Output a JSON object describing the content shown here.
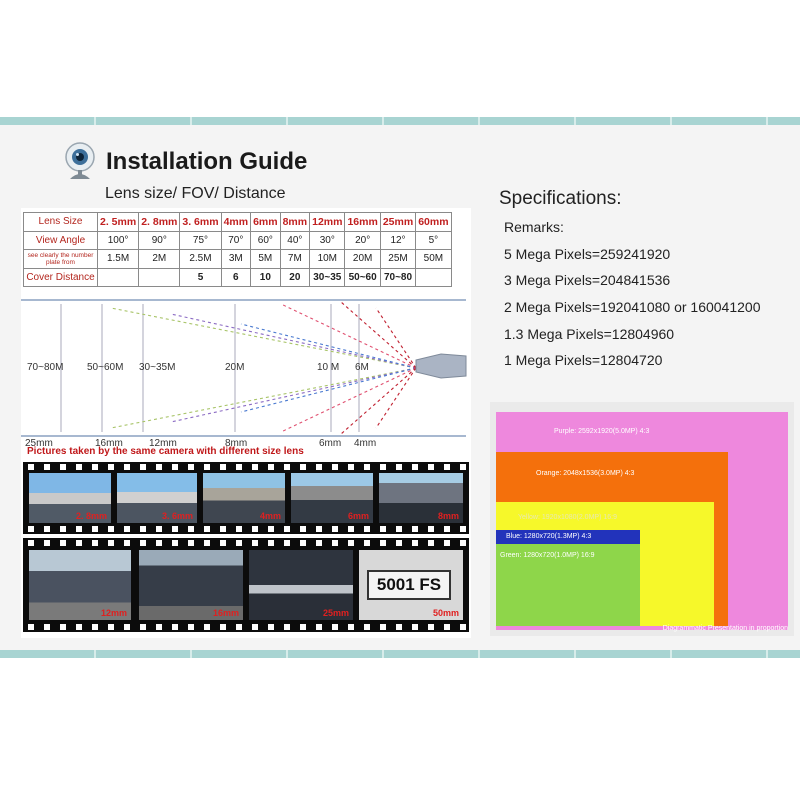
{
  "header": {
    "title": "Installation Guide",
    "subtitle": "Lens size/ FOV/ Distance"
  },
  "lens_table": {
    "row_headers": [
      "Lens Size",
      "View Angle",
      "see clearly the number plate from",
      "Cover Distance"
    ],
    "lens_sizes": [
      "2. 5mm",
      "2. 8mm",
      "3. 6mm",
      "4mm",
      "6mm",
      "8mm",
      "12mm",
      "16mm",
      "25mm",
      "60mm"
    ],
    "view_angles": [
      "100°",
      "90°",
      "75°",
      "70°",
      "60°",
      "40°",
      "30°",
      "20°",
      "12°",
      "5°"
    ],
    "plate_distances": [
      "1.5M",
      "2M",
      "2.5M",
      "3M",
      "5M",
      "7M",
      "10M",
      "20M",
      "25M",
      "50M"
    ],
    "cover_distances": [
      "",
      "",
      "5",
      "6",
      "10",
      "20",
      "30~35",
      "50~60",
      "70~80",
      ""
    ]
  },
  "fov_diagram": {
    "distance_labels": [
      "70~80M",
      "50~60M",
      "30~35M",
      "20M",
      "10 M",
      "6M"
    ],
    "mm_labels": [
      "25mm",
      "16mm",
      "12mm",
      "8mm",
      "6mm",
      "4mm"
    ]
  },
  "pictures": {
    "title": "Pictures taken by the same camera with different size lens",
    "strip1": [
      "2. 8mm",
      "3. 6mm",
      "4mm",
      "6mm",
      "8mm"
    ],
    "strip2": [
      "12mm",
      "16mm",
      "25mm",
      "50mm"
    ],
    "plate_text": "5001 FS"
  },
  "specifications": {
    "title": "Specifications:",
    "remarks": "Remarks:",
    "lines": [
      "5 Mega Pixels=259241920",
      "3 Mega Pixels=204841536",
      "2 Mega Pixels=192041080 or 160041200",
      "1.3 Mega Pixels=12804960",
      "1 Mega Pixels=12804720"
    ]
  },
  "resolution_figure": {
    "boxes": [
      {
        "label": "Purple: 2592x1920(5.0MP)   4:3",
        "color": "#ee88dd"
      },
      {
        "label": "Orange: 2048x1536(3.0MP)  4:3",
        "color": "#f4700c"
      },
      {
        "label": "Yellow: 1920x1080(2.0MP)  16:9",
        "color": "#f6f82a"
      },
      {
        "label": "Blue: 1280x720(1.3MP)   4:3",
        "color": "#2233bb"
      },
      {
        "label": "Green: 1280x720(1.0MP)   16:9",
        "color": "#8ed64a"
      }
    ],
    "note": "Diagrammatic Presentation in proportion"
  }
}
